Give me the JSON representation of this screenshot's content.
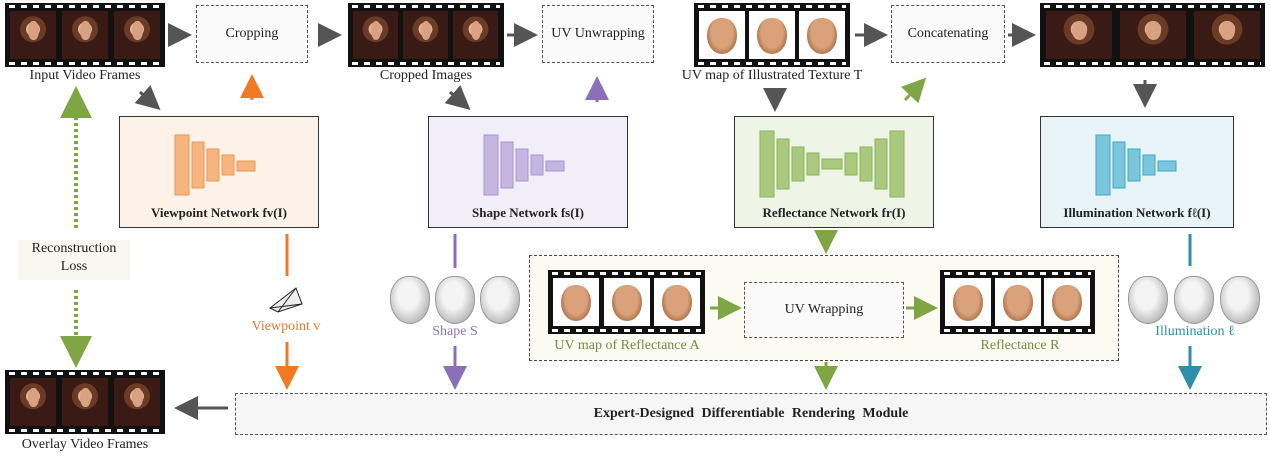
{
  "pipeline": {
    "input_frames": "Input Video Frames",
    "cropping": "Cropping",
    "cropped_images": "Cropped Images",
    "uv_unwrapping": "UV Unwrapping",
    "uv_map_texture": "UV map of Illustrated Texture T",
    "concatenating": "Concatenating"
  },
  "networks": {
    "viewpoint": "Viewpoint Network fv(I)",
    "shape": "Shape Network fs(I)",
    "reflectance": "Reflectance Network fr(I)",
    "illumination": "Illumination Network fℓ(I)"
  },
  "outputs": {
    "viewpoint": "Viewpoint v",
    "shape": "Shape S",
    "uv_reflectance": "UV map of Reflectance A",
    "uv_wrapping": "UV Wrapping",
    "reflectance": "Reflectance R",
    "illumination": "Illumination ℓ"
  },
  "loss": {
    "line1": "Reconstruction",
    "line2": "Loss"
  },
  "overlay_frames": "Overlay Video Frames",
  "rendering_module": "Expert-Designed Differentiable Rendering Module",
  "colors": {
    "viewpoint": "#f28a3c",
    "shape": "#9a86c0",
    "reflectance": "#8fb45a",
    "illumination": "#3aa7c4",
    "loss": "#7a9a3a",
    "neutral": "#555555"
  }
}
